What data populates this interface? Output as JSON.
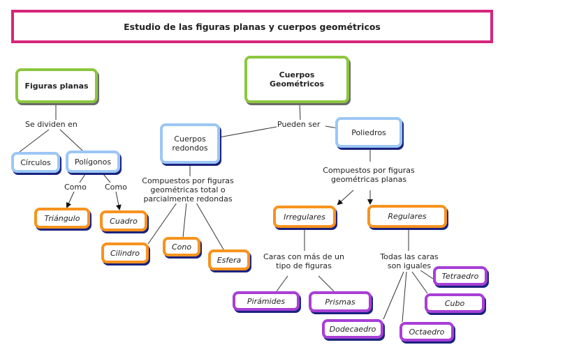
{
  "title": "Estudio de las figuras planas y cuerpos geométricos",
  "colors": {
    "title_border": "#d6267a",
    "main_concept": "#8cc63f",
    "category": "#9cc7f5",
    "subconcept": "#f7931e",
    "polyhedra_examples": "#a83fd6"
  },
  "nodes": {
    "figuras_planas": "Figuras planas",
    "cuerpos_geometricos": "Cuerpos Geométricos",
    "circulos": "Círculos",
    "poligonos": "Polígonos",
    "triangulo": "Triángulo",
    "cuadro": "Cuadro",
    "cuerpos_redondos": "Cuerpos redondos",
    "poliedros": "Poliedros",
    "cilindro": "Cilindro",
    "cono": "Cono",
    "esfera": "Esfera",
    "irregulares": "Irregulares",
    "regulares": "Regulares",
    "piramides": "Pirámides",
    "prismas": "Prismas",
    "tetraedro": "Tetraedro",
    "cubo": "Cubo",
    "dodecaedro": "Dodecaedro",
    "octaedro": "Octaedro"
  },
  "links": {
    "se_dividen_en": "Se dividen en",
    "como_1": "Como",
    "como_2": "Como",
    "pueden_ser": "Pueden ser",
    "compuestos_redondas": "Compuestos por figuras geométricas total o parcialmente redondas",
    "compuestos_planas": "Compuestos por figuras geométricas planas",
    "caras_mas_de_un_tipo": "Caras con más de un tipo de figuras",
    "todas_caras_iguales": "Todas las caras son iguales"
  }
}
